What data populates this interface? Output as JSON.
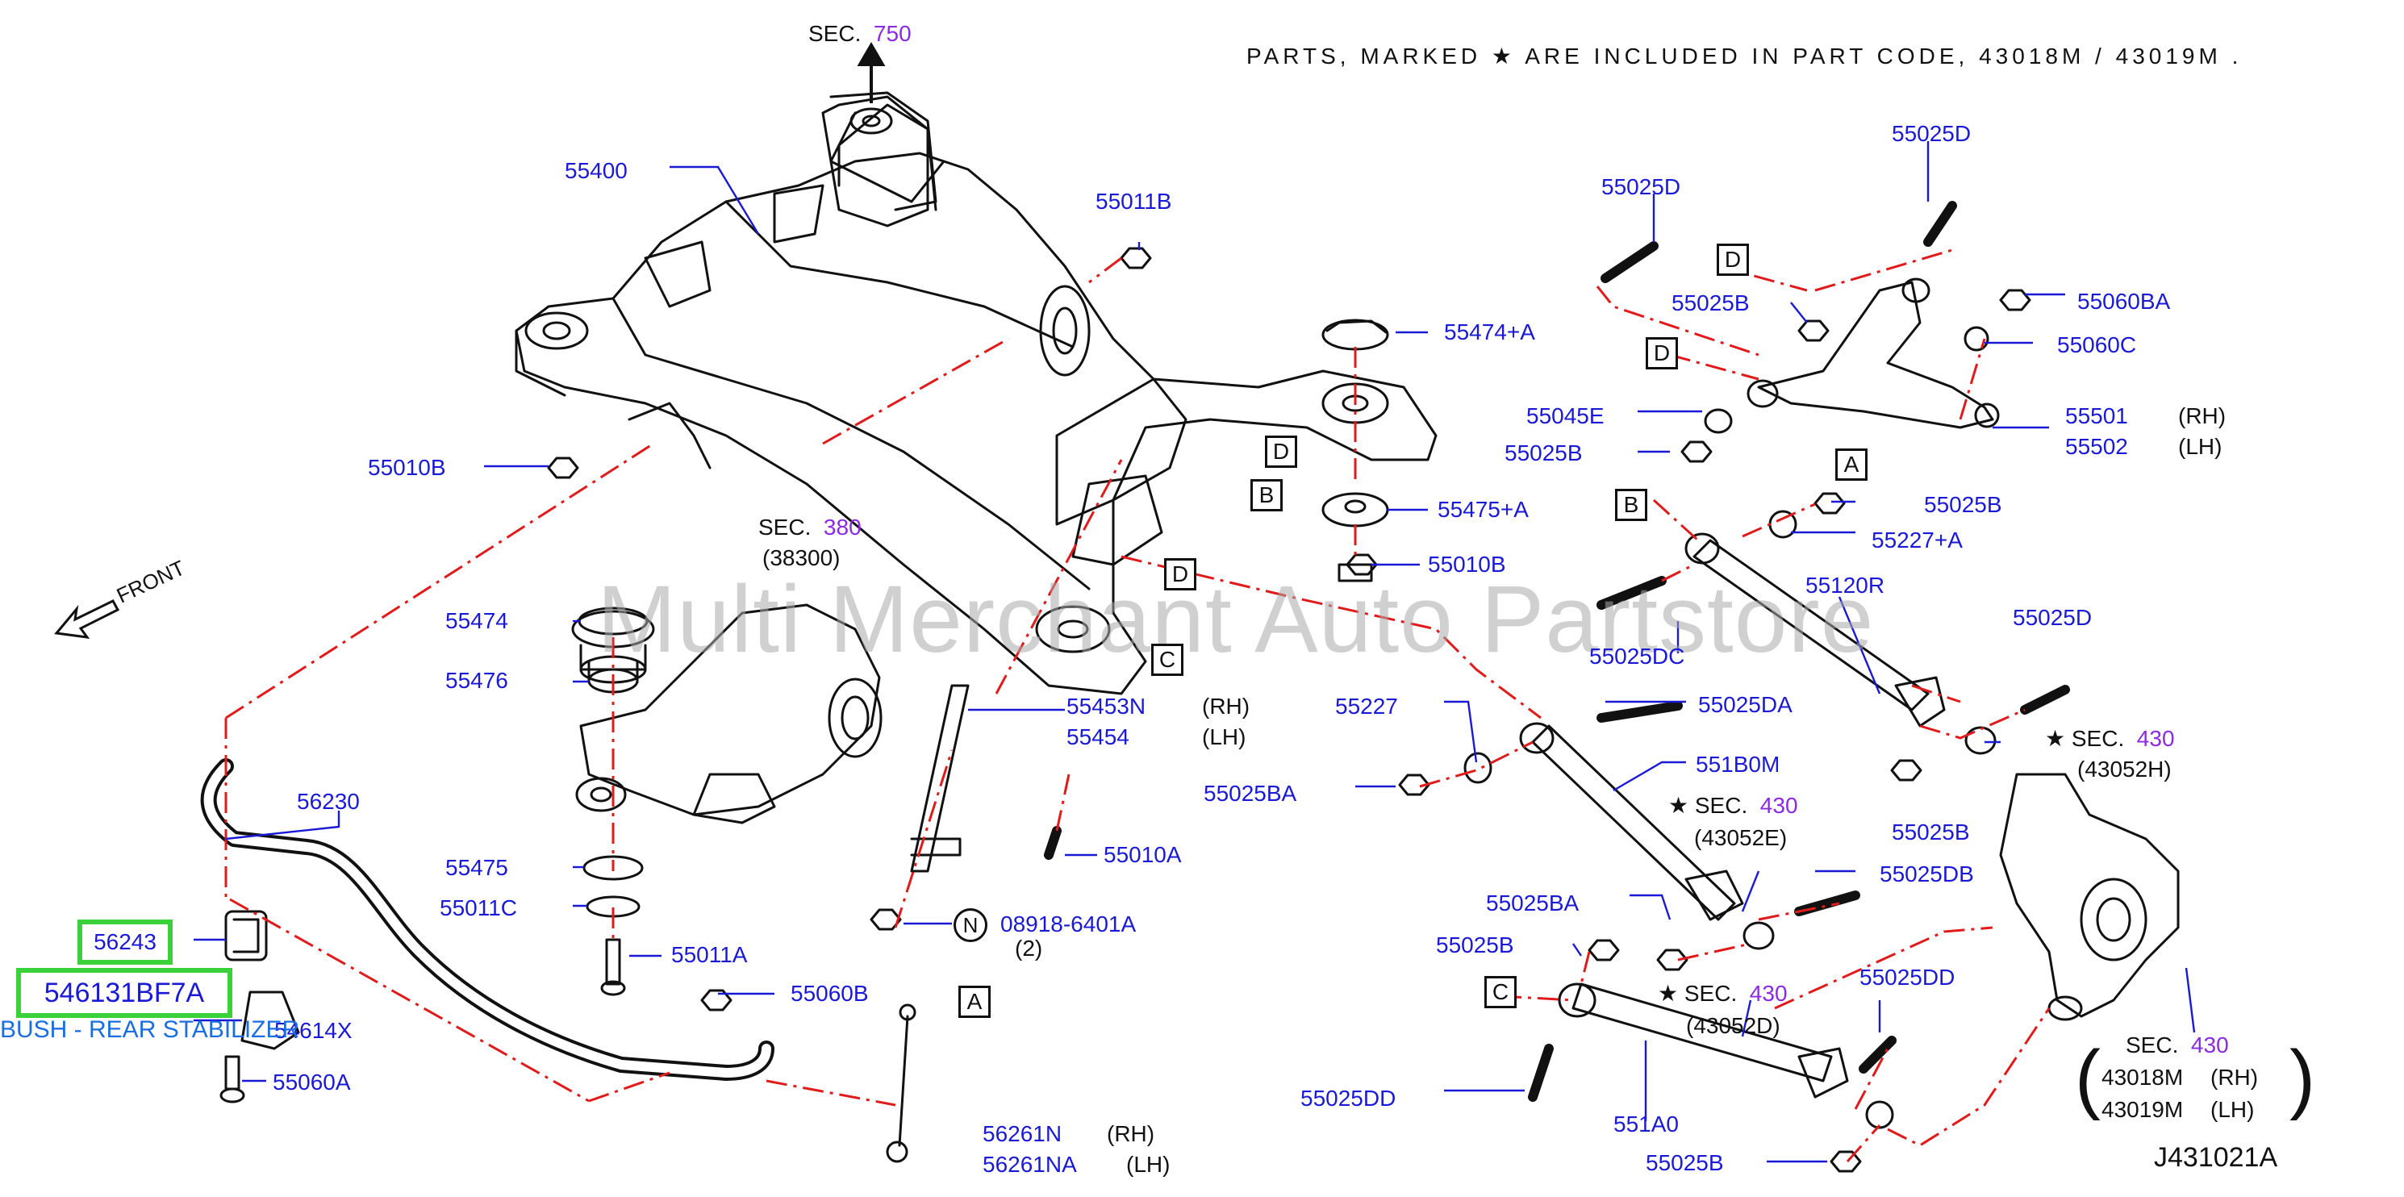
{
  "header_note": "PARTS, MARKED ★ ARE INCLUDED IN PART CODE, 43018M / 43019M .",
  "watermark": "Multi Merchant Auto Partstore",
  "figure_code": "J431021A",
  "front_label": "FRONT",
  "highlight": {
    "part_code": "546131BF7A",
    "description": "BUSH - REAR STABILIZER",
    "callout": "56243"
  },
  "sections": {
    "sec750": {
      "prefix": "SEC.",
      "num": "750"
    },
    "sec380": {
      "prefix": "SEC.",
      "num": "380",
      "sub": "(38300)"
    },
    "sec430a": {
      "prefix": "★ SEC.",
      "num": "430",
      "sub": "(43052H)"
    },
    "sec430b": {
      "prefix": "★ SEC.",
      "num": "430",
      "sub": "(43052E)"
    },
    "sec430c": {
      "prefix": "★ SEC.",
      "num": "430",
      "sub": "(43052D)"
    },
    "sec430d": {
      "prefix": "SEC.",
      "num": "430",
      "r1code": "43018M",
      "r1side": "(RH)",
      "r2code": "43019M",
      "r2side": "(LH)"
    }
  },
  "parts": {
    "p55400": "55400",
    "p55011B": "55011B",
    "p55474A": "55474+A",
    "p55010B_l": "55010B",
    "p55475A": "55475+A",
    "p55010B_r": "55010B",
    "p55474": "55474",
    "p55476": "55476",
    "p55453N": "55453N",
    "p55454": "55454",
    "p56230": "56230",
    "p55475": "55475",
    "p55011C": "55011C",
    "p55011A": "55011A",
    "p55010A": "55010A",
    "p08918": "08918-6401A",
    "p08918qty": "(2)",
    "p55060B": "55060B",
    "p54614X": "54614X",
    "p55060A": "55060A",
    "p56261N": "56261N",
    "p56261NA": "56261NA",
    "p55025D_a": "55025D",
    "p55025D_b": "55025D",
    "p55025B_a": "55025B",
    "p55060BA": "55060BA",
    "p55060C": "55060C",
    "p55045E": "55045E",
    "p55025B_b": "55025B",
    "p55501": "55501",
    "p55502": "55502",
    "p55025B_c": "55025B",
    "p55227A": "55227+A",
    "p55120R": "55120R",
    "p55025DC": "55025DC",
    "p55025D_c": "55025D",
    "p55227": "55227",
    "p55025DA": "55025DA",
    "p551B0M": "551B0M",
    "p55025BA_a": "55025BA",
    "p55025B_d": "55025B",
    "p55025DB": "55025DB",
    "p55025BA_b": "55025BA",
    "p55025B_e": "55025B",
    "p55025DD_a": "55025DD",
    "p55025DD_b": "55025DD",
    "p551A0": "551A0",
    "p55025B_f": "55025B"
  },
  "sides": {
    "rh": "(RH)",
    "lh": "(LH)"
  },
  "ref_letters": {
    "a": "A",
    "b": "B",
    "c": "C",
    "d": "D",
    "n": "N"
  }
}
